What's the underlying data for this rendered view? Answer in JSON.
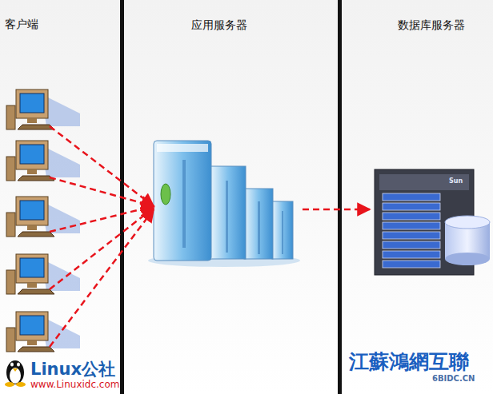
{
  "diagram": {
    "nodes": [
      {
        "text": [
          "客户端"
        ]
      },
      {
        "text": [
          "应用服务器"
        ]
      },
      {
        "text": [
          "数据库服务器"
        ]
      }
    ],
    "edges": [
      {
        "from": 0,
        "to": 1,
        "arrow": "to"
      },
      {
        "from": 0,
        "to": 1,
        "arrow": "to"
      },
      {
        "from": 0,
        "to": 1,
        "arrow": "to"
      },
      {
        "from": 0,
        "to": 1,
        "arrow": "to"
      },
      {
        "from": 0,
        "to": 1,
        "arrow": "to"
      },
      {
        "from": 1,
        "to": 2,
        "arrow": "to"
      }
    ],
    "labels": [
      "Sun",
      "Linux公社",
      "www.Linuxidc.com",
      "江蘇鴻網互聯",
      "6BIDC.CN"
    ]
  }
}
